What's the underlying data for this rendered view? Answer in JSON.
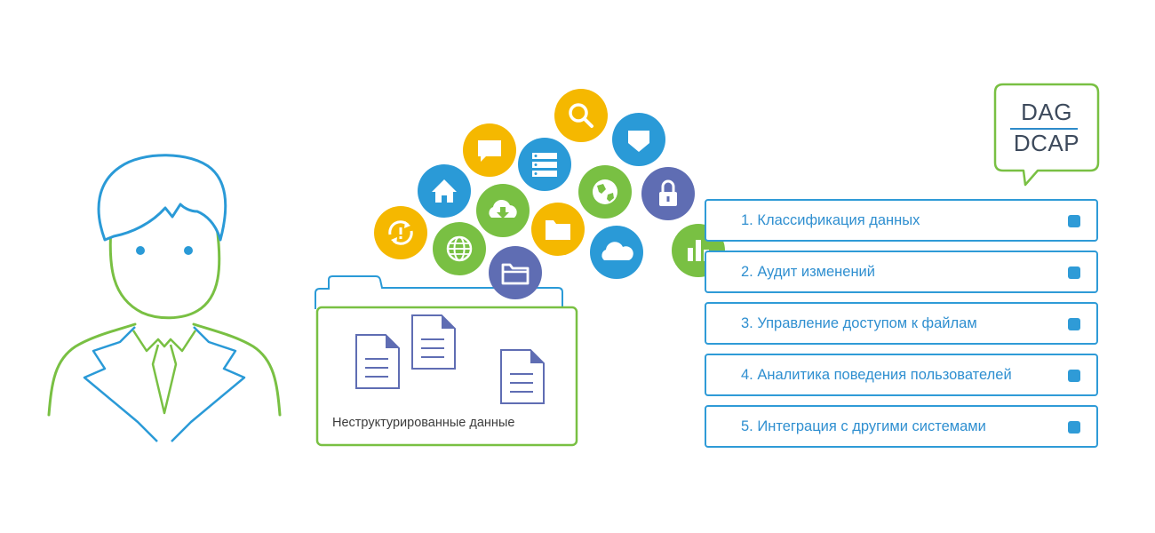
{
  "badge": {
    "line1": "DAG",
    "line2": "DCAP"
  },
  "folder": {
    "caption": "Неструктурированные данные"
  },
  "items": [
    {
      "label": "1. Классификация данных"
    },
    {
      "label": "2. Аудит изменений"
    },
    {
      "label": "3. Управление доступом к файлам"
    },
    {
      "label": "4. Аналитика поведения пользователей"
    },
    {
      "label": "5. Интеграция с другими системами"
    }
  ],
  "icons": [
    {
      "name": "search-icon",
      "color": "#f5b800"
    },
    {
      "name": "chat-icon",
      "color": "#f5b800"
    },
    {
      "name": "shield-icon",
      "color": "#2a9ad7"
    },
    {
      "name": "server-icon",
      "color": "#2a9ad7"
    },
    {
      "name": "home-icon",
      "color": "#2a9ad7"
    },
    {
      "name": "cloud-download-icon",
      "color": "#79c043"
    },
    {
      "name": "globe-icon",
      "color": "#79c043"
    },
    {
      "name": "lock-icon",
      "color": "#5f6db3"
    },
    {
      "name": "sync-alert-icon",
      "color": "#f5b800"
    },
    {
      "name": "world-icon",
      "color": "#79c043"
    },
    {
      "name": "folder-icon",
      "color": "#f5b800"
    },
    {
      "name": "cloud-icon",
      "color": "#2a9ad7"
    },
    {
      "name": "bar-chart-icon",
      "color": "#79c043"
    },
    {
      "name": "folder-outline-icon",
      "color": "#5f6db3"
    }
  ],
  "colors": {
    "person_blue": "#2a9ad7",
    "person_green": "#79c043",
    "folder_green": "#79c043",
    "folder_blue": "#2a9ad7",
    "doc_purple": "#5f6db3",
    "list_blue": "#2f9bd7"
  }
}
